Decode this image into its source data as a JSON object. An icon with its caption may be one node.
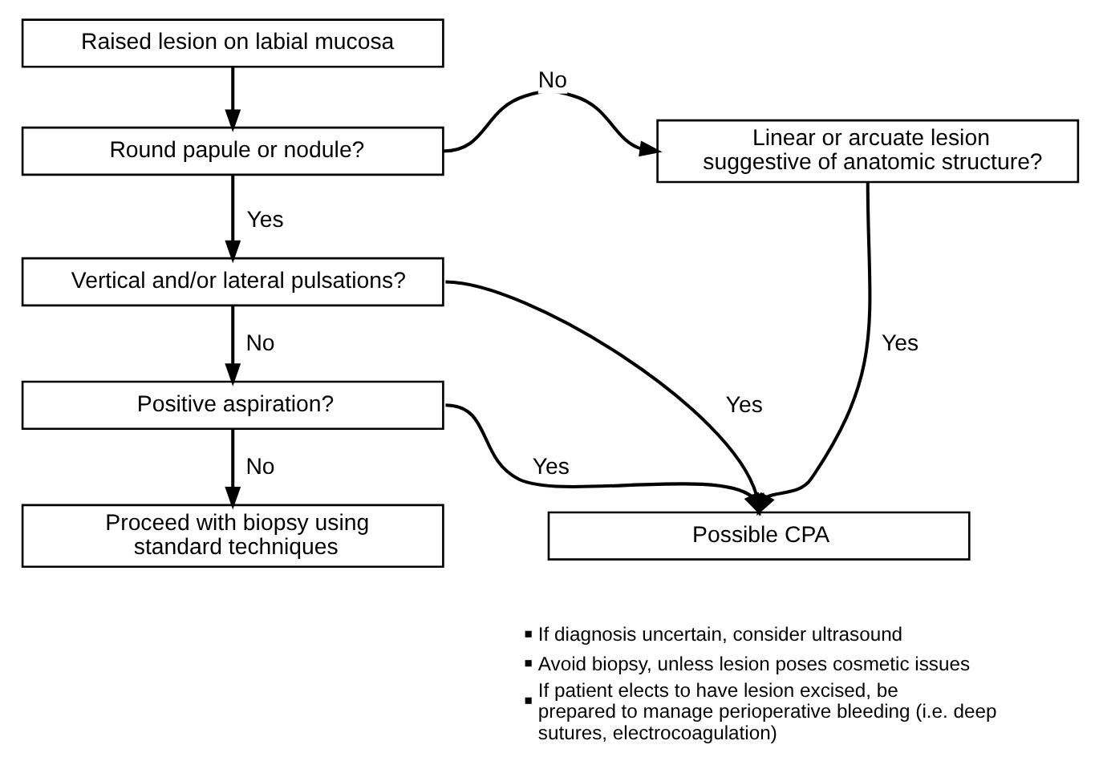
{
  "diagram": {
    "nodes": [
      {
        "text": [
          "Raised lesion on labial mucosa"
        ]
      },
      {
        "text": [
          "Round papule or nodule?"
        ]
      },
      {
        "text": [
          "Linear or arcuate lesion suggestive of anatomic structure?"
        ]
      },
      {
        "text": [
          "Vertical and/or lateral pulsations?"
        ]
      },
      {
        "text": [
          "Positive aspiration?"
        ]
      },
      {
        "text": [
          "Proceed with biopsy using standard techniques"
        ]
      },
      {
        "text": [
          "Possible CPA"
        ],
        "beside": [
          "If diagnosis uncertain, consider ultrasound",
          "Avoid biopsy, unless lesion poses cosmetic issues",
          "If patient elects to have lesion excised, be prepared to manage perioperative bleeding (i.e. deep sutures, electrocoagulation)"
        ]
      }
    ],
    "edges": [
      {
        "from": 0,
        "to": 1,
        "arrow": "to"
      },
      {
        "from": 1,
        "to": 2,
        "arrow": "to",
        "label": "No"
      },
      {
        "from": 1,
        "to": 3,
        "arrow": "to",
        "label": "Yes"
      },
      {
        "from": 2,
        "to": 6,
        "arrow": "to",
        "label": "Yes"
      },
      {
        "from": 3,
        "to": 6,
        "arrow": "to",
        "label": "Yes"
      },
      {
        "from": 3,
        "to": 4,
        "arrow": "to",
        "label": "No"
      },
      {
        "from": 4,
        "to": 6,
        "arrow": "to",
        "label": "Yes"
      },
      {
        "from": 4,
        "to": 5,
        "arrow": "to",
        "label": "No"
      }
    ]
  }
}
